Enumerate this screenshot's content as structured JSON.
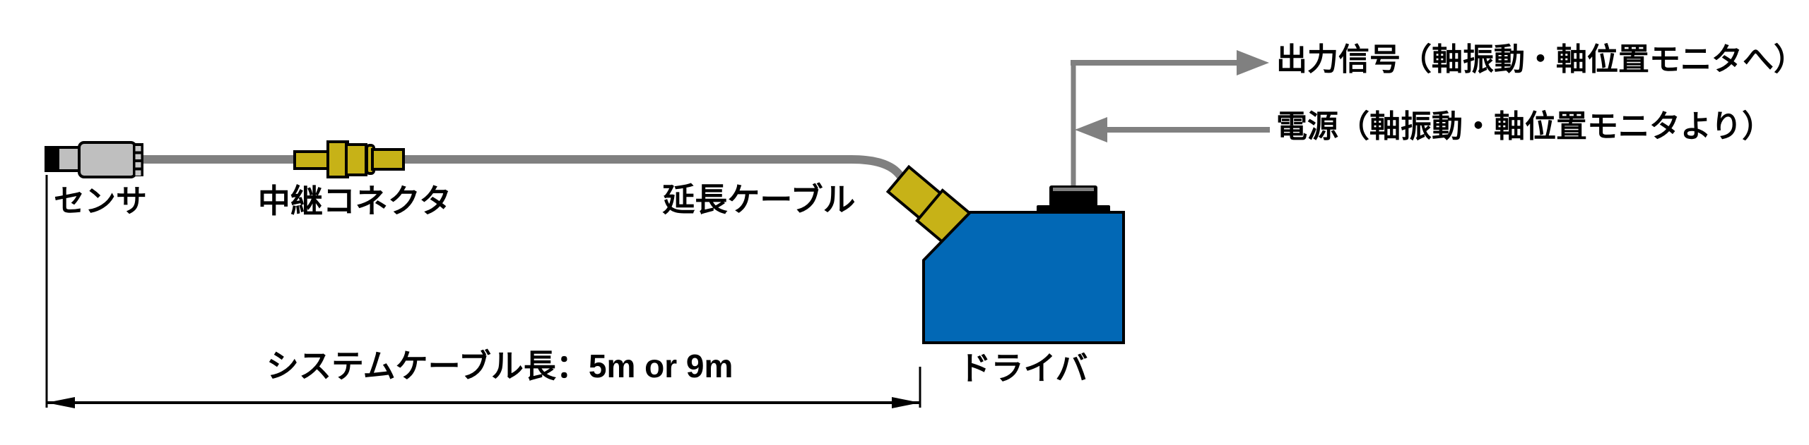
{
  "diagram": {
    "title": "sensor-system-wiring-diagram",
    "labels": {
      "sensor": "センサ",
      "relay_connector": "中継コネクタ",
      "extension_cable": "延長ケーブル",
      "driver": "ドライバ",
      "system_cable_length": "システムケーブル長：5m or 9m",
      "output_signal": "出力信号（軸振動・軸位置モニタへ）",
      "power": "電源（軸振動・軸位置モニタより）"
    },
    "icons": {
      "output_signal_arrow": "arrow-right",
      "power_arrow": "arrow-left",
      "dimension_arrows": "double-headed-dimension-line"
    },
    "colors": {
      "cable_gray": "#808080",
      "sensor_gray": "#BFBFBF",
      "connector_yellow": "#C7B217",
      "driver_blue": "#0268B5",
      "outline_black": "#000000",
      "background": "#FFFFFF"
    }
  }
}
